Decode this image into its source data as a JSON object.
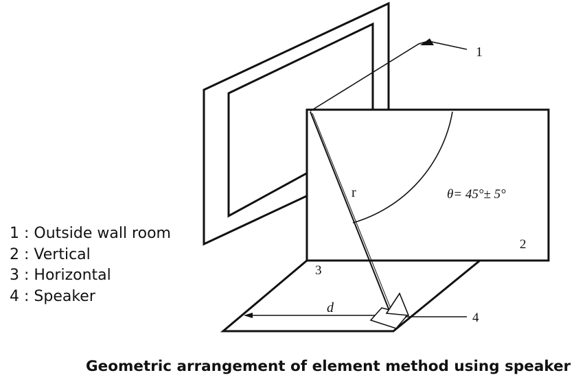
{
  "legend": {
    "items": [
      {
        "number": "1",
        "sep": " : ",
        "text": "Outside wall room"
      },
      {
        "number": "2",
        "sep": " : ",
        "text": "Vertical"
      },
      {
        "number": "3",
        "sep": " : ",
        "text": "Horizontal"
      },
      {
        "number": "4",
        "sep": " : ",
        "text": "Speaker"
      }
    ]
  },
  "diagram": {
    "labels": {
      "n1": "1",
      "n2": "2",
      "n3": "3",
      "n4": "4",
      "r": "r",
      "d": "d",
      "theta": "θ= 45°± 5°"
    }
  },
  "caption": "Geometric arrangement of element method using speaker"
}
